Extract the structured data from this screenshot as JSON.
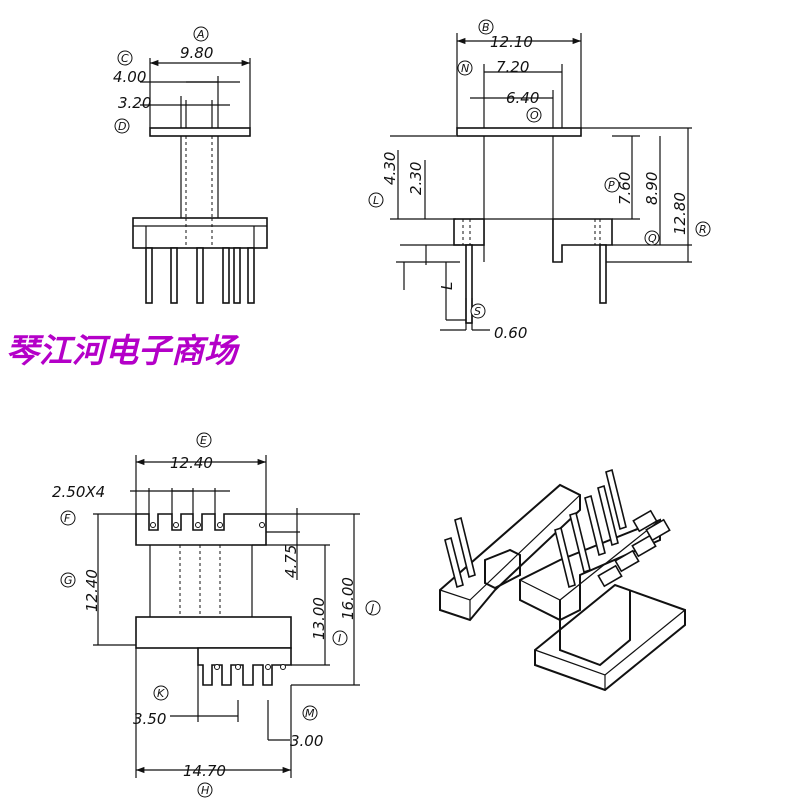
{
  "watermark": "琴江河电子商场",
  "view_top_left": {
    "dims": {
      "d980": "9.80",
      "d400": "4.00",
      "d320": "3.20"
    },
    "labels": {
      "A": "A",
      "C": "C",
      "D": "D"
    }
  },
  "view_top_right": {
    "dims": {
      "d1210": "12.10",
      "d720": "7.20",
      "d640": "6.40",
      "d430": "4.30",
      "d230": "2.30",
      "d760": "7.60",
      "d890": "8.90",
      "d1280": "12.80",
      "dL": "L",
      "d060": "0.60"
    },
    "labels": {
      "B": "B",
      "N": "N",
      "O": "O",
      "L": "L",
      "P": "P",
      "Q": "Q",
      "R": "R",
      "S": "S"
    }
  },
  "view_bottom_left": {
    "dims": {
      "d1240": "12.40",
      "d250x4": "2.50X4",
      "d1240v": "12.40",
      "d475": "4.75",
      "d1300": "13.00",
      "d1600": "16.00",
      "d350": "3.50",
      "d300": "3.00",
      "d1470": "14.70"
    },
    "labels": {
      "E": "E",
      "F": "F",
      "G": "G",
      "I": "I",
      "J": "J",
      "K": "K",
      "M": "M",
      "H": "H"
    }
  }
}
